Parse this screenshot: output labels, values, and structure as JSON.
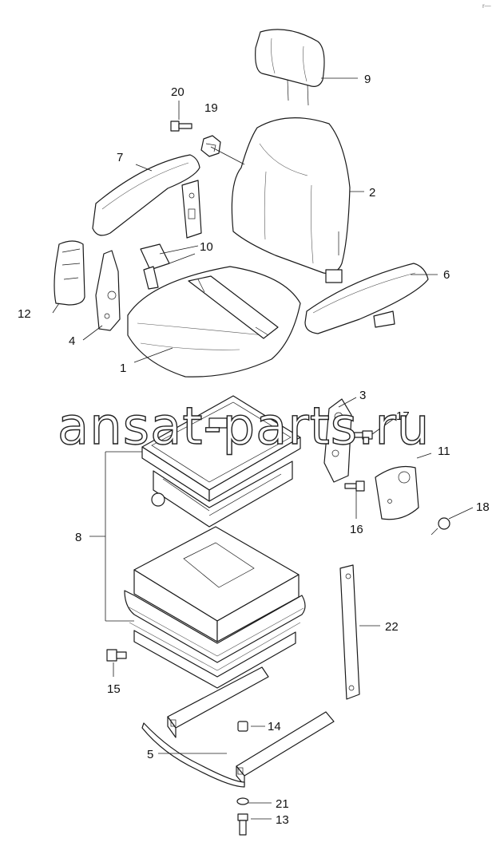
{
  "corner_mark": "r—",
  "watermark": "ansat-parts.ru",
  "callouts": {
    "c1": "1",
    "c2": "2",
    "c3": "3",
    "c4": "4",
    "c5": "5",
    "c6": "6",
    "c7": "7",
    "c8": "8",
    "c9": "9",
    "c10": "10",
    "c11": "11",
    "c12": "12",
    "c13": "13",
    "c14": "14",
    "c15": "15",
    "c16": "16",
    "c17": "17",
    "c18": "18",
    "c19": "19",
    "c20": "20",
    "c21": "21",
    "c22": "22"
  }
}
